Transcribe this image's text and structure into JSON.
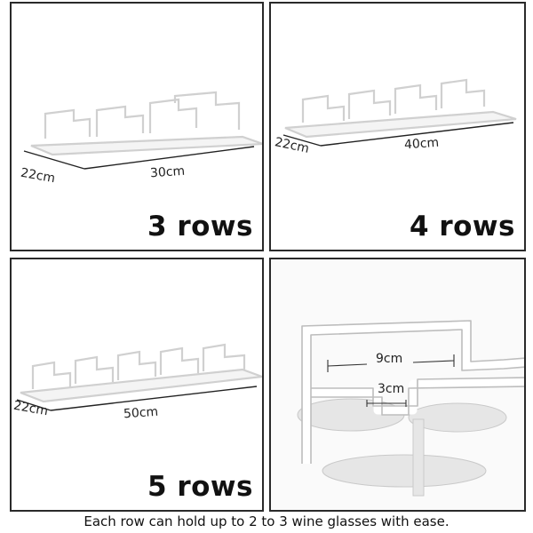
{
  "panels": [
    {
      "rows_label": "3 rows",
      "depth": "22cm",
      "width": "30cm"
    },
    {
      "rows_label": "4 rows",
      "depth": "22cm",
      "width": "40cm"
    },
    {
      "rows_label": "5 rows",
      "depth": "22cm",
      "width": "50cm"
    }
  ],
  "detail": {
    "outer_width": "9cm",
    "inner_width": "3cm"
  },
  "caption": "Each row can hold up to 2 to 3 wine glasses with ease.",
  "colors": {
    "border": "#2a2a2a",
    "rack": "#cfcfcf",
    "text": "#111111"
  }
}
